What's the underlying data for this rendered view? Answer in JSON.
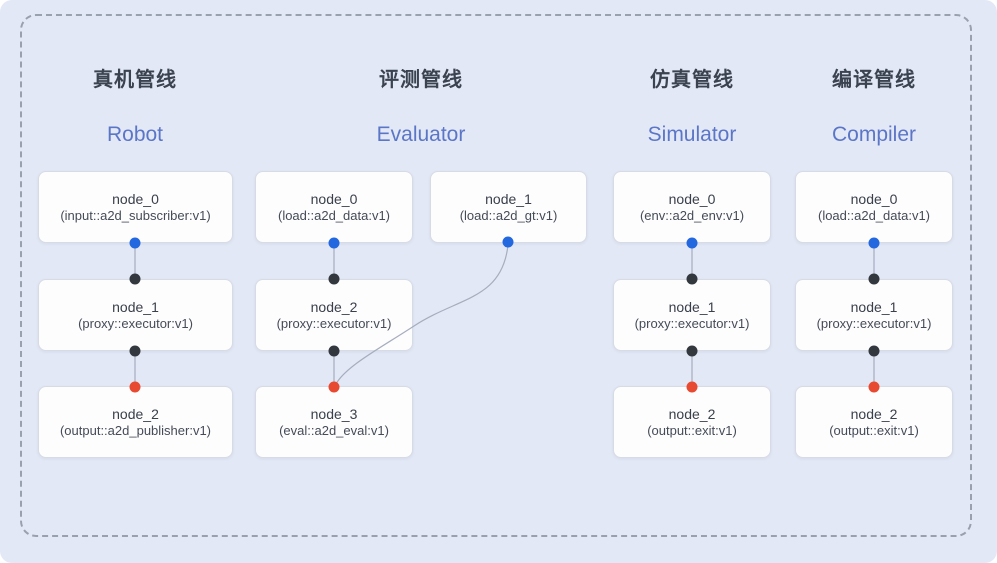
{
  "diagram": {
    "pipelines": [
      {
        "title_zh": "真机管线",
        "title_en": "Robot",
        "nodes": [
          {
            "name": "node_0",
            "type": "(input::a2d_subscriber:v1)"
          },
          {
            "name": "node_1",
            "type": "(proxy::executor:v1)"
          },
          {
            "name": "node_2",
            "type": "(output::a2d_publisher:v1)"
          }
        ]
      },
      {
        "title_zh": "评测管线",
        "title_en": "Evaluator",
        "nodes": [
          {
            "name": "node_0",
            "type": "(load::a2d_data:v1)"
          },
          {
            "name": "node_1",
            "type": "(load::a2d_gt:v1)"
          },
          {
            "name": "node_2",
            "type": "(proxy::executor:v1)"
          },
          {
            "name": "node_3",
            "type": "(eval::a2d_eval:v1)"
          }
        ]
      },
      {
        "title_zh": "仿真管线",
        "title_en": "Simulator",
        "nodes": [
          {
            "name": "node_0",
            "type": "(env::a2d_env:v1)"
          },
          {
            "name": "node_1",
            "type": "(proxy::executor:v1)"
          },
          {
            "name": "node_2",
            "type": "(output::exit:v1)"
          }
        ]
      },
      {
        "title_zh": "编译管线",
        "title_en": "Compiler",
        "nodes": [
          {
            "name": "node_0",
            "type": "(load::a2d_data:v1)"
          },
          {
            "name": "node_1",
            "type": "(proxy::executor:v1)"
          },
          {
            "name": "node_2",
            "type": "(output::exit:v1)"
          }
        ]
      }
    ]
  },
  "colors": {
    "port-blue": "#2468df",
    "port-black": "#33383f",
    "port-red": "#e84a31",
    "edge": "#a6adbd",
    "title-en": "#5b76c7"
  }
}
